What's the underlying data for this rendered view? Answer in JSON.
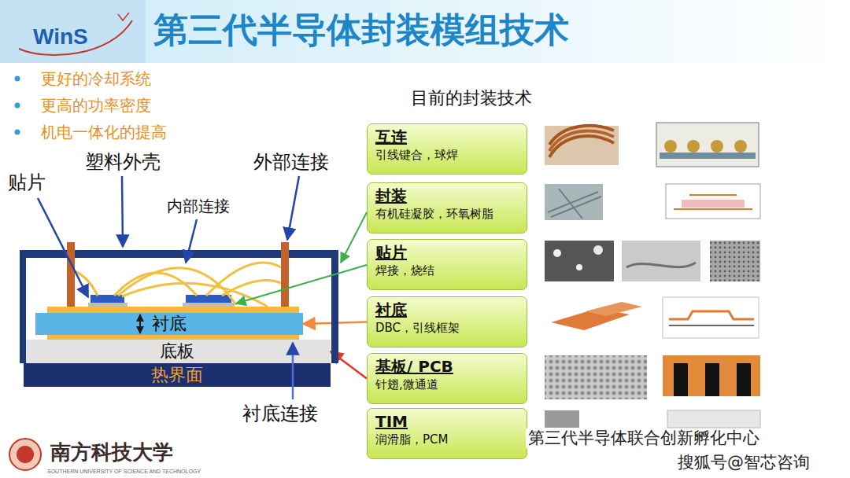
{
  "diagram": {
    "title": "第三代半导体封装模组技术",
    "nodes": [
      {
        "text": [
          "衬底"
        ]
      },
      {
        "text": [
          "底板"
        ]
      },
      {
        "text": [
          "热界面"
        ]
      },
      {
        "text": [
          "互连",
          "引线键合，球焊"
        ]
      },
      {
        "text": [
          "封装",
          "有机硅凝胶，环氧树脂"
        ]
      },
      {
        "text": [
          "贴片",
          "焊接，烧结"
        ]
      },
      {
        "text": [
          "衬底",
          "DBC，引线框架"
        ]
      },
      {
        "text": [
          "基板/ PCB",
          "针翅,微通道"
        ]
      },
      {
        "text": [
          "TIM",
          "润滑脂，PCM"
        ]
      }
    ],
    "edges": [
      {
        "from": 6,
        "to": 0,
        "arrow": "to"
      },
      {
        "from": 7,
        "to": 1,
        "arrow": "to"
      }
    ],
    "labels": [
      "WinS",
      "更好的冷却系统",
      "更高的功率密度",
      "机电一体化的提高",
      "目前的封装技术",
      "贴片",
      "塑料外壳",
      "外部连接",
      "内部连接",
      "衬底连接",
      "南方科技大学",
      "SOUTHERN UNIVERSITY OF SCIENCE AND TECHNOLOGY",
      "第三代半导体联合创新孵化中心",
      "搜狐号@智芯咨询"
    ]
  }
}
